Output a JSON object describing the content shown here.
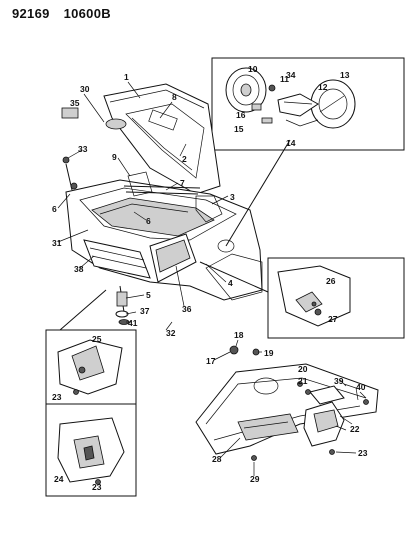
{
  "header": {
    "code1": "92169",
    "code2": "10600B"
  },
  "labels": {
    "l1": "1",
    "l2": "2",
    "l3": "3",
    "l4": "4",
    "l5": "5",
    "l6a": "6",
    "l6b": "6",
    "l7": "7",
    "l8": "8",
    "l9": "9",
    "l10": "10",
    "l11": "11",
    "l12": "12",
    "l13": "13",
    "l14": "14",
    "l15": "15",
    "l16": "16",
    "l17": "17",
    "l18": "18",
    "l19": "19",
    "l20": "20",
    "l21": "21",
    "l22": "22",
    "l23a": "23",
    "l23b": "23",
    "l23c": "23",
    "l24": "24",
    "l25": "25",
    "l26": "26",
    "l27": "27",
    "l28": "28",
    "l29": "29",
    "l30": "30",
    "l31": "31",
    "l32": "32",
    "l33": "33",
    "l34": "34",
    "l35": "35",
    "l36": "36",
    "l37": "37",
    "l38": "38",
    "l39": "39",
    "l40": "40",
    "l41": "41"
  }
}
